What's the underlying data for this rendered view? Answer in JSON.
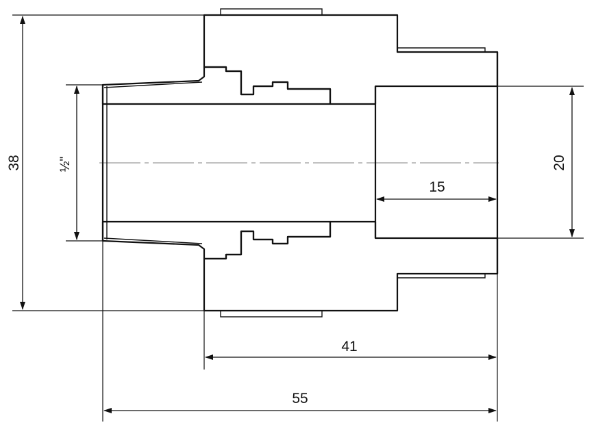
{
  "drawing": {
    "dimensions": {
      "overall_diameter": "38",
      "thread_size": "½\"",
      "socket_diameter": "20",
      "socket_depth": "15",
      "body_length": "41",
      "total_length": "55"
    }
  }
}
